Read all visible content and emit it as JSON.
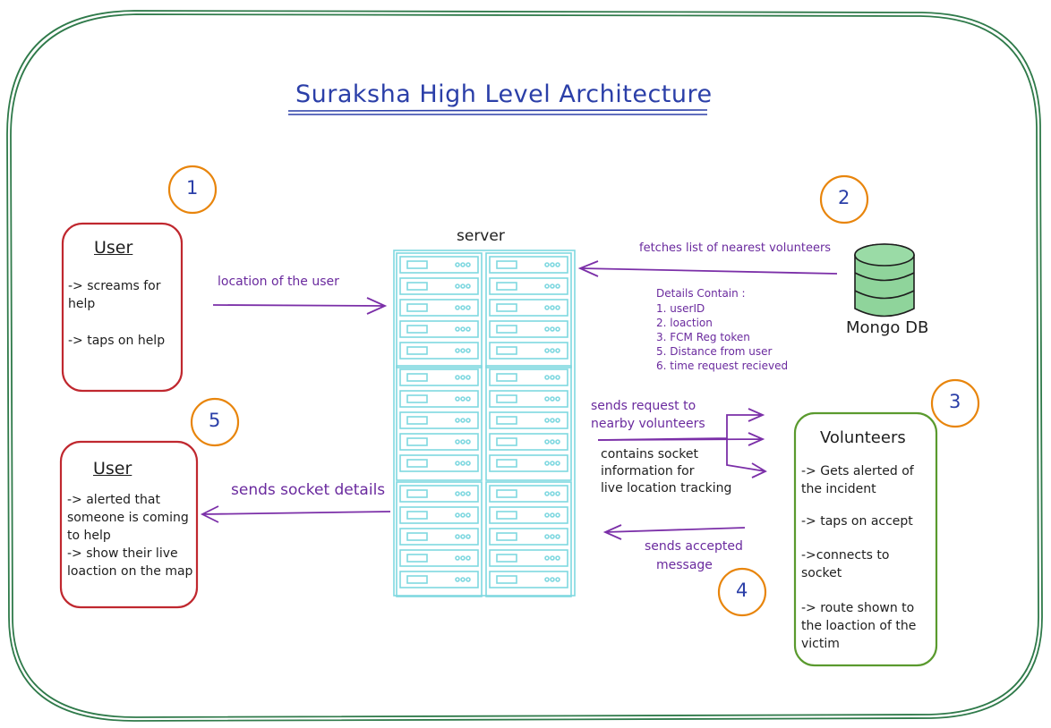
{
  "title": "Suraksha High Level Architecture",
  "server_label": "server",
  "mongo_label": "Mongo DB",
  "steps": [
    "1",
    "2",
    "3",
    "4",
    "5"
  ],
  "user_top": {
    "title": "User",
    "line1": "-> screams for help",
    "line2": "-> taps on help"
  },
  "user_bottom": {
    "title": "User",
    "line1": "-> alerted that someone is coming to help",
    "line2": "-> show their live loaction on the map"
  },
  "volunteers": {
    "title": "Volunteers",
    "line1": "-> Gets alerted of the incident",
    "line2": "-> taps on accept",
    "line3": "->connects to socket",
    "line4": "-> route shown to the loaction of the victim"
  },
  "edges": {
    "location": "location of the user",
    "fetches": "fetches list of nearest volunteers",
    "sends_request_1": "sends request to",
    "sends_request_2": "nearby volunteers",
    "contains_1": "contains socket",
    "contains_2": "information for",
    "contains_3": "live location tracking",
    "accepted_1": "sends accepted",
    "accepted_2": "message",
    "socket_details": "sends socket details"
  },
  "details": {
    "heading": "Details Contain :",
    "items": [
      "1.  userID",
      "2. loaction",
      "3. FCM Reg token",
      "5. Distance from user",
      "6. time request recieved"
    ]
  },
  "colors": {
    "border": "#2f7a4a",
    "title": "#2b3fa8",
    "user_box": "#c0282f",
    "volunteer_box": "#5a9a2e",
    "edge": "#7b2fa8",
    "step_circle": "#e8850c",
    "server": "#7fd8e0",
    "mongo": "#2e9e44"
  }
}
